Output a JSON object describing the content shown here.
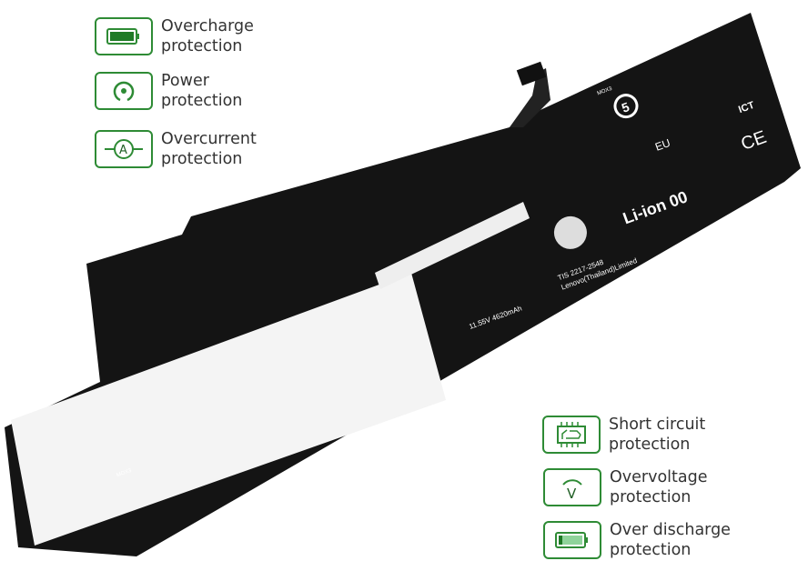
{
  "features": [
    {
      "icon": "full-battery-icon",
      "line1": "Overcharge",
      "line2": "protection"
    },
    {
      "icon": "power-circle-icon",
      "line1": "Power",
      "line2": "protection"
    },
    {
      "icon": "ammeter-icon",
      "line1": "Overcurrent",
      "line2": "protection"
    },
    {
      "icon": "circuit-board-icon",
      "line1": "Short circuit",
      "line2": "protection"
    },
    {
      "icon": "voltmeter-icon",
      "line1": "Overvoltage",
      "line2": "protection"
    },
    {
      "icon": "low-battery-icon",
      "line1": "Over discharge",
      "line2": "protection"
    }
  ],
  "battery_labels": {
    "li_ion": "Li-ion 00",
    "eu": "EU",
    "ict": "ICT",
    "ce": "CE",
    "tis": "TIS 2217-2548",
    "maker": "Lenovo(Thailand)Limited",
    "rating": "11.55V 4620mAh",
    "connector_left": "MOX3",
    "connector_right": "MOX3",
    "recycle_number": "5"
  },
  "colors": {
    "accent": "#2e8b35",
    "battery": "#141414"
  }
}
